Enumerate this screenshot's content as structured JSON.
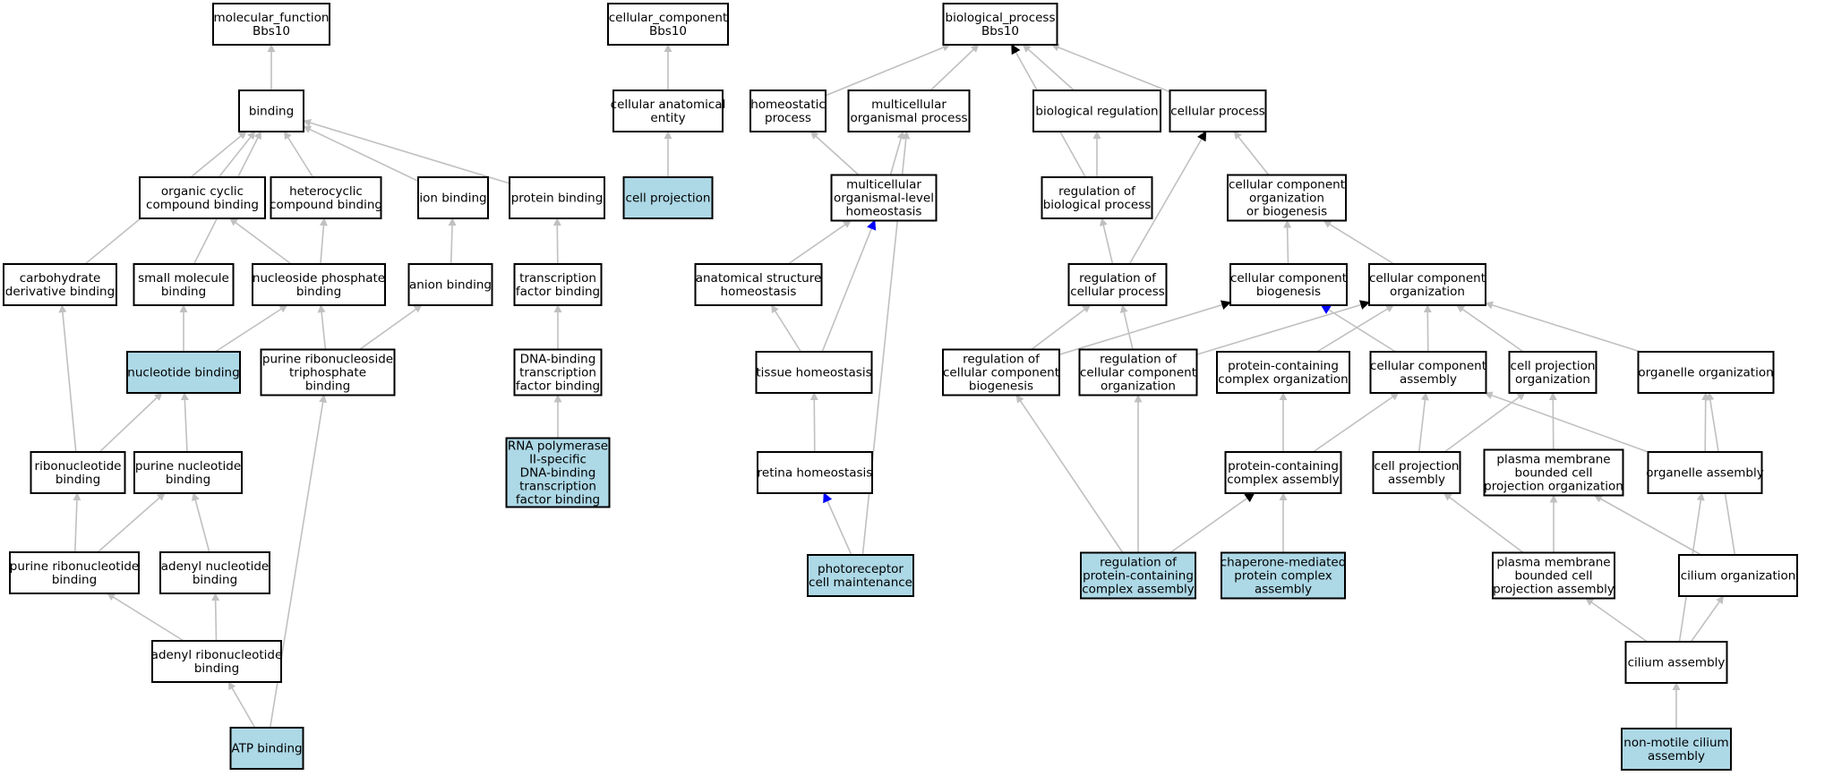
{
  "colors": {
    "highlight": "#add8e6",
    "edge_grey": "#c0c0c0",
    "edge_black": "#000000",
    "edge_blue": "#0000ff"
  },
  "nodes": [
    {
      "id": "mf",
      "lines": [
        "molecular_function",
        "Bbs10"
      ],
      "hl": false
    },
    {
      "id": "binding",
      "lines": [
        "binding"
      ],
      "hl": false
    },
    {
      "id": "occb",
      "lines": [
        "organic cyclic",
        "compound binding"
      ],
      "hl": false
    },
    {
      "id": "hcb",
      "lines": [
        "heterocyclic",
        "compound binding"
      ],
      "hl": false
    },
    {
      "id": "ion",
      "lines": [
        "ion binding"
      ],
      "hl": false
    },
    {
      "id": "prot",
      "lines": [
        "protein binding"
      ],
      "hl": false
    },
    {
      "id": "carb",
      "lines": [
        "carbohydrate",
        "derivative binding"
      ],
      "hl": false
    },
    {
      "id": "smb",
      "lines": [
        "small molecule",
        "binding"
      ],
      "hl": false
    },
    {
      "id": "npb",
      "lines": [
        "nucleoside phosphate",
        "binding"
      ],
      "hl": false
    },
    {
      "id": "anion",
      "lines": [
        "anion binding"
      ],
      "hl": false
    },
    {
      "id": "tfb",
      "lines": [
        "transcription",
        "factor binding"
      ],
      "hl": false
    },
    {
      "id": "nb",
      "lines": [
        "nucleotide binding"
      ],
      "hl": true
    },
    {
      "id": "prntb",
      "lines": [
        "purine ribonucleoside",
        "triphosphate",
        "binding"
      ],
      "hl": false
    },
    {
      "id": "dbtfb",
      "lines": [
        "DNA-binding",
        "transcription",
        "factor binding"
      ],
      "hl": false
    },
    {
      "id": "rnab",
      "lines": [
        "ribonucleotide",
        "binding"
      ],
      "hl": false
    },
    {
      "id": "pnb",
      "lines": [
        "purine nucleotide",
        "binding"
      ],
      "hl": false
    },
    {
      "id": "rnap",
      "lines": [
        "RNA polymerase",
        "II-specific",
        "DNA-binding",
        "transcription",
        "factor binding"
      ],
      "hl": true
    },
    {
      "id": "prnb",
      "lines": [
        "purine ribonucleotide",
        "binding"
      ],
      "hl": false
    },
    {
      "id": "anb",
      "lines": [
        "adenyl nucleotide",
        "binding"
      ],
      "hl": false
    },
    {
      "id": "arnb",
      "lines": [
        "adenyl ribonucleotide",
        "binding"
      ],
      "hl": false
    },
    {
      "id": "atp",
      "lines": [
        "ATP binding"
      ],
      "hl": true
    },
    {
      "id": "cc",
      "lines": [
        "cellular_component",
        "Bbs10"
      ],
      "hl": false
    },
    {
      "id": "cae",
      "lines": [
        "cellular anatomical",
        "entity"
      ],
      "hl": false
    },
    {
      "id": "cp",
      "lines": [
        "cell projection"
      ],
      "hl": true
    },
    {
      "id": "bp",
      "lines": [
        "biological_process",
        "Bbs10"
      ],
      "hl": false
    },
    {
      "id": "hp",
      "lines": [
        "homeostatic",
        "process"
      ],
      "hl": false
    },
    {
      "id": "mop",
      "lines": [
        "multicellular",
        "organismal process"
      ],
      "hl": false
    },
    {
      "id": "br",
      "lines": [
        "biological regulation"
      ],
      "hl": false
    },
    {
      "id": "cellp",
      "lines": [
        "cellular process"
      ],
      "hl": false
    },
    {
      "id": "mloh",
      "lines": [
        "multicellular",
        "organismal-level",
        "homeostasis"
      ],
      "hl": false
    },
    {
      "id": "rbp",
      "lines": [
        "regulation of",
        "biological process"
      ],
      "hl": false
    },
    {
      "id": "ccob",
      "lines": [
        "cellular component",
        "organization",
        "or biogenesis"
      ],
      "hl": false
    },
    {
      "id": "ash",
      "lines": [
        "anatomical structure",
        "homeostasis"
      ],
      "hl": false
    },
    {
      "id": "rcp",
      "lines": [
        "regulation of",
        "cellular process"
      ],
      "hl": false
    },
    {
      "id": "ccb",
      "lines": [
        "cellular component",
        "biogenesis"
      ],
      "hl": false
    },
    {
      "id": "cco",
      "lines": [
        "cellular component",
        "organization"
      ],
      "hl": false
    },
    {
      "id": "th",
      "lines": [
        "tissue homeostasis"
      ],
      "hl": false
    },
    {
      "id": "rccb",
      "lines": [
        "regulation of",
        "cellular component",
        "biogenesis"
      ],
      "hl": false
    },
    {
      "id": "rcco",
      "lines": [
        "regulation of",
        "cellular component",
        "organization"
      ],
      "hl": false
    },
    {
      "id": "pcco",
      "lines": [
        "protein-containing",
        "complex organization"
      ],
      "hl": false
    },
    {
      "id": "cca",
      "lines": [
        "cellular component",
        "assembly"
      ],
      "hl": false
    },
    {
      "id": "cpo",
      "lines": [
        "cell projection",
        "organization"
      ],
      "hl": false
    },
    {
      "id": "oo",
      "lines": [
        "organelle organization"
      ],
      "hl": false
    },
    {
      "id": "rh",
      "lines": [
        "retina homeostasis"
      ],
      "hl": false
    },
    {
      "id": "pcca",
      "lines": [
        "protein-containing",
        "complex assembly"
      ],
      "hl": false
    },
    {
      "id": "cpa",
      "lines": [
        "cell projection",
        "assembly"
      ],
      "hl": false
    },
    {
      "id": "pmbcpo",
      "lines": [
        "plasma membrane",
        "bounded cell",
        "projection organization"
      ],
      "hl": false
    },
    {
      "id": "oa",
      "lines": [
        "organelle assembly"
      ],
      "hl": false
    },
    {
      "id": "pcm",
      "lines": [
        "photoreceptor",
        "cell maintenance"
      ],
      "hl": true
    },
    {
      "id": "rpcca",
      "lines": [
        "regulation of",
        "protein-containing",
        "complex assembly"
      ],
      "hl": true
    },
    {
      "id": "cmpca",
      "lines": [
        "chaperone-mediated",
        "protein complex",
        "assembly"
      ],
      "hl": true
    },
    {
      "id": "pmbcpa",
      "lines": [
        "plasma membrane",
        "bounded cell",
        "projection assembly"
      ],
      "hl": false
    },
    {
      "id": "co",
      "lines": [
        "cilium organization"
      ],
      "hl": false
    },
    {
      "id": "ca",
      "lines": [
        "cilium assembly"
      ],
      "hl": false
    },
    {
      "id": "nmca",
      "lines": [
        "non-motile cilium",
        "assembly"
      ],
      "hl": true
    }
  ],
  "edges": [
    {
      "from": "binding",
      "to": "mf",
      "color": "grey"
    },
    {
      "from": "occb",
      "to": "binding",
      "color": "grey"
    },
    {
      "from": "hcb",
      "to": "binding",
      "color": "grey"
    },
    {
      "from": "ion",
      "to": "binding",
      "color": "grey"
    },
    {
      "from": "prot",
      "to": "binding",
      "color": "grey"
    },
    {
      "from": "carb",
      "to": "binding",
      "color": "grey"
    },
    {
      "from": "smb",
      "to": "binding",
      "color": "grey"
    },
    {
      "from": "npb",
      "to": "occb",
      "color": "grey"
    },
    {
      "from": "npb",
      "to": "hcb",
      "color": "grey"
    },
    {
      "from": "anion",
      "to": "ion",
      "color": "grey"
    },
    {
      "from": "tfb",
      "to": "prot",
      "color": "grey"
    },
    {
      "from": "nb",
      "to": "smb",
      "color": "grey"
    },
    {
      "from": "nb",
      "to": "npb",
      "color": "grey"
    },
    {
      "from": "prntb",
      "to": "npb",
      "color": "grey"
    },
    {
      "from": "prntb",
      "to": "anion",
      "color": "grey"
    },
    {
      "from": "dbtfb",
      "to": "tfb",
      "color": "grey"
    },
    {
      "from": "rnab",
      "to": "carb",
      "color": "grey"
    },
    {
      "from": "rnab",
      "to": "nb",
      "color": "grey"
    },
    {
      "from": "pnb",
      "to": "nb",
      "color": "grey"
    },
    {
      "from": "rnap",
      "to": "dbtfb",
      "color": "grey"
    },
    {
      "from": "prnb",
      "to": "rnab",
      "color": "grey"
    },
    {
      "from": "prnb",
      "to": "pnb",
      "color": "grey"
    },
    {
      "from": "anb",
      "to": "pnb",
      "color": "grey"
    },
    {
      "from": "arnb",
      "to": "prnb",
      "color": "grey"
    },
    {
      "from": "arnb",
      "to": "anb",
      "color": "grey"
    },
    {
      "from": "atp",
      "to": "arnb",
      "color": "grey"
    },
    {
      "from": "atp",
      "to": "prntb",
      "color": "grey"
    },
    {
      "from": "cae",
      "to": "cc",
      "color": "grey"
    },
    {
      "from": "cp",
      "to": "cae",
      "color": "grey"
    },
    {
      "from": "hp",
      "to": "bp",
      "color": "grey"
    },
    {
      "from": "mop",
      "to": "bp",
      "color": "grey"
    },
    {
      "from": "br",
      "to": "bp",
      "color": "grey"
    },
    {
      "from": "cellp",
      "to": "bp",
      "color": "grey"
    },
    {
      "from": "rbp",
      "to": "bp",
      "color": "black"
    },
    {
      "from": "mloh",
      "to": "hp",
      "color": "grey"
    },
    {
      "from": "mloh",
      "to": "mop",
      "color": "grey"
    },
    {
      "from": "rbp",
      "to": "br",
      "color": "grey"
    },
    {
      "from": "ccob",
      "to": "cellp",
      "color": "grey"
    },
    {
      "from": "rcp",
      "to": "cellp",
      "color": "black"
    },
    {
      "from": "ash",
      "to": "mloh",
      "color": "grey"
    },
    {
      "from": "th",
      "to": "mloh",
      "color": "blue"
    },
    {
      "from": "rcp",
      "to": "rbp",
      "color": "grey"
    },
    {
      "from": "ccb",
      "to": "ccob",
      "color": "grey"
    },
    {
      "from": "cco",
      "to": "ccob",
      "color": "grey"
    },
    {
      "from": "th",
      "to": "ash",
      "color": "grey"
    },
    {
      "from": "rccb",
      "to": "rcp",
      "color": "grey"
    },
    {
      "from": "rcco",
      "to": "rcp",
      "color": "grey"
    },
    {
      "from": "rccb",
      "to": "ccb",
      "color": "black"
    },
    {
      "from": "rcco",
      "to": "cco",
      "color": "black"
    },
    {
      "from": "cca",
      "to": "ccb",
      "color": "blue"
    },
    {
      "from": "pcco",
      "to": "cco",
      "color": "grey"
    },
    {
      "from": "cca",
      "to": "cco",
      "color": "grey"
    },
    {
      "from": "cpo",
      "to": "cco",
      "color": "grey"
    },
    {
      "from": "oo",
      "to": "cco",
      "color": "grey"
    },
    {
      "from": "rh",
      "to": "th",
      "color": "grey"
    },
    {
      "from": "pcca",
      "to": "pcco",
      "color": "grey"
    },
    {
      "from": "pcca",
      "to": "cca",
      "color": "grey"
    },
    {
      "from": "cpa",
      "to": "cca",
      "color": "grey"
    },
    {
      "from": "oa",
      "to": "cca",
      "color": "grey"
    },
    {
      "from": "cpa",
      "to": "cpo",
      "color": "grey"
    },
    {
      "from": "pmbcpo",
      "to": "cpo",
      "color": "grey"
    },
    {
      "from": "oa",
      "to": "oo",
      "color": "grey"
    },
    {
      "from": "co",
      "to": "oo",
      "color": "grey"
    },
    {
      "from": "pcm",
      "to": "rh",
      "color": "blue"
    },
    {
      "from": "pcm",
      "to": "mop",
      "color": "grey"
    },
    {
      "from": "rpcca",
      "to": "rccb",
      "color": "grey"
    },
    {
      "from": "rpcca",
      "to": "rcco",
      "color": "grey"
    },
    {
      "from": "rpcca",
      "to": "pcca",
      "color": "black"
    },
    {
      "from": "cmpca",
      "to": "pcca",
      "color": "grey"
    },
    {
      "from": "pmbcpa",
      "to": "cpa",
      "color": "grey"
    },
    {
      "from": "pmbcpa",
      "to": "pmbcpo",
      "color": "grey"
    },
    {
      "from": "co",
      "to": "pmbcpo",
      "color": "grey"
    },
    {
      "from": "ca",
      "to": "pmbcpa",
      "color": "grey"
    },
    {
      "from": "ca",
      "to": "co",
      "color": "grey"
    },
    {
      "from": "ca",
      "to": "oa",
      "color": "grey"
    },
    {
      "from": "nmca",
      "to": "ca",
      "color": "grey"
    }
  ]
}
